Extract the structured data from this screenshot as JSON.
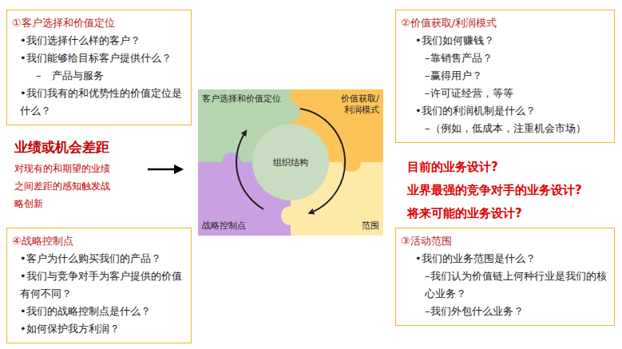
{
  "diagram": {
    "nodes": [
      {
        "text": [
          "①客户选择和价值定位",
          "•我们选择什么样的客户？",
          "•我们能够给目标客户提供什么？",
          "–　产品与服务",
          "•我们我有的和优势性的价值定位是什么？"
        ]
      },
      {
        "text": [
          "②价值获取/利润模式",
          "•我们如何赚钱？",
          "–靠销售产品？",
          "–赢得用户？",
          "–许可证经营，等等",
          "•我们的利润机制是什么？",
          "–（例如，低成本，注重机会市场）"
        ]
      },
      {
        "text": [
          "客户选择和价值定位"
        ]
      },
      {
        "text": [
          "价值获取/利润模式"
        ]
      },
      {
        "text": [
          "组织结构"
        ]
      },
      {
        "text": [
          "战略控制点"
        ]
      },
      {
        "text": [
          "范围"
        ]
      },
      {
        "text": [
          "④战略控制点",
          "•客户为什么购买我们的产品？",
          "•我们与竞争对手为客户提供的价值有何不同？",
          "•我们的战略控制点是什么？",
          "•如何保护我方利润？"
        ]
      },
      {
        "text": [
          "③活动范围",
          "•我们的业务范围是什么？",
          "–我们认为价值链上何种行业是我们的核心业务？",
          "–我们外包什么业务？"
        ]
      }
    ],
    "labels": [
      "业绩或机会差距",
      "对现有的和期望的业绩之间差距的感知触发战略创新",
      "目前的业务设计?",
      "业界最强的竞争对手的业务设计?",
      "将来可能的业务设计?"
    ]
  }
}
